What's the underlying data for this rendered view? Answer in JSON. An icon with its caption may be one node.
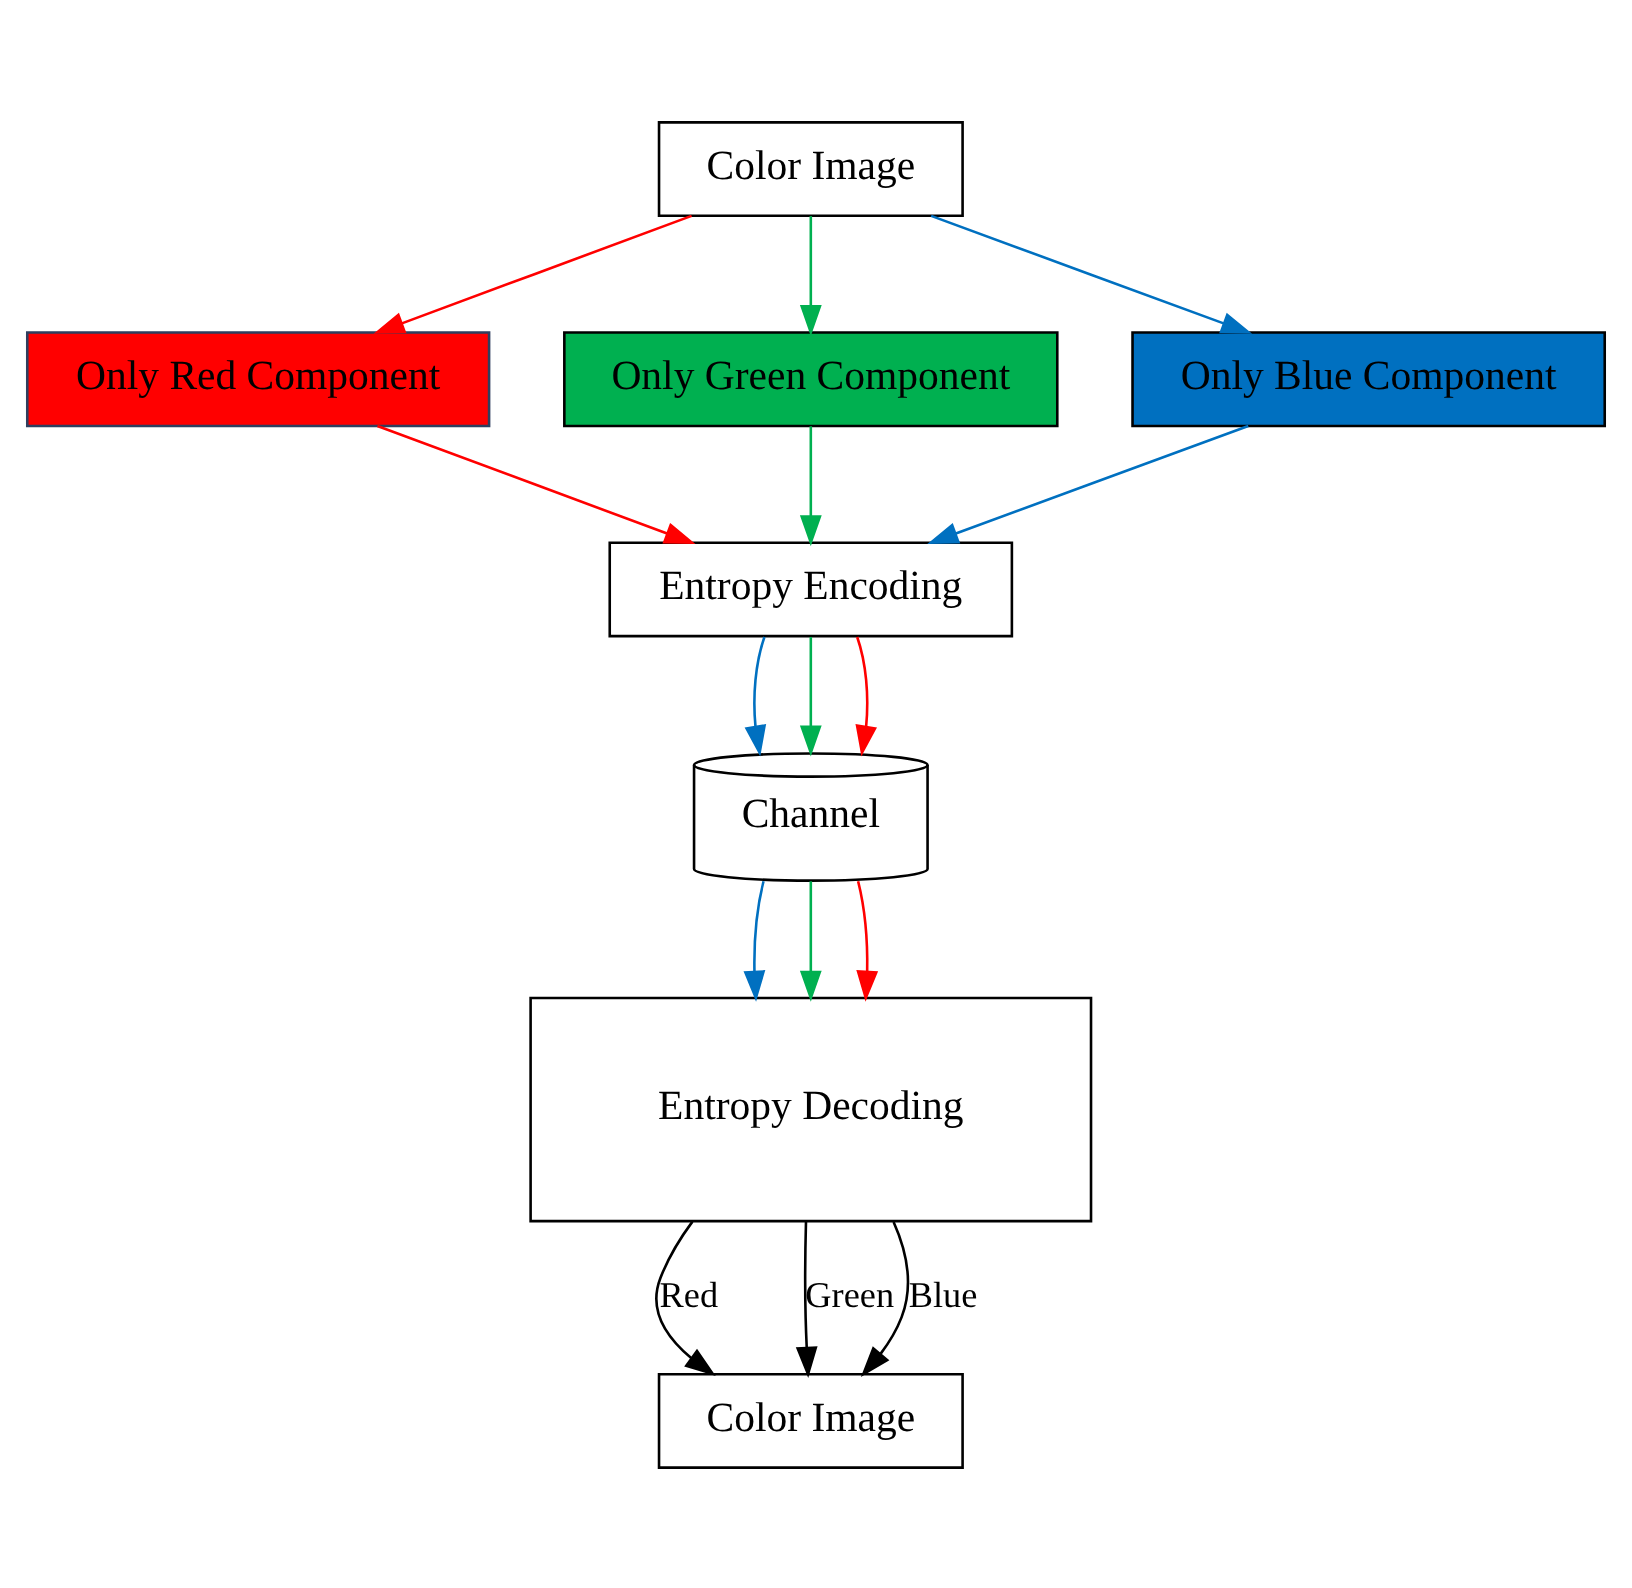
{
  "diagram": {
    "nodes": [
      {
        "text": [
          "Color Image"
        ]
      },
      {
        "text": [
          "Only Red Component"
        ]
      },
      {
        "text": [
          "Only Green Component"
        ]
      },
      {
        "text": [
          "Only Blue Component"
        ]
      },
      {
        "text": [
          "Entropy Encoding"
        ]
      },
      {
        "text": [
          "Channel"
        ]
      },
      {
        "text": [
          "Entropy Decoding"
        ]
      },
      {
        "text": [
          "Color Image"
        ]
      }
    ],
    "edges": [
      {
        "from": 0,
        "to": 1,
        "arrow": "to",
        "color": "#ff0000"
      },
      {
        "from": 0,
        "to": 2,
        "arrow": "to",
        "color": "#00b050"
      },
      {
        "from": 0,
        "to": 3,
        "arrow": "to",
        "color": "#0070c0"
      },
      {
        "from": 3,
        "to": 4,
        "arrow": "to",
        "color": "#0070c0"
      },
      {
        "from": 2,
        "to": 4,
        "arrow": "to",
        "color": "#00b050"
      },
      {
        "from": 1,
        "to": 4,
        "arrow": "to",
        "color": "#ff0000"
      },
      {
        "from": 4,
        "to": 5,
        "arrow": "to",
        "color": "#0070c0"
      },
      {
        "from": 4,
        "to": 5,
        "arrow": "to",
        "color": "#00b050"
      },
      {
        "from": 4,
        "to": 5,
        "arrow": "to",
        "color": "#ff0000"
      },
      {
        "from": 5,
        "to": 6,
        "arrow": "to",
        "color": "#0070c0"
      },
      {
        "from": 5,
        "to": 6,
        "arrow": "to",
        "color": "#00b050"
      },
      {
        "from": 5,
        "to": 6,
        "arrow": "to",
        "color": "#ff0000"
      },
      {
        "from": 6,
        "to": 7,
        "arrow": "to",
        "label": "Red",
        "color": "#000000"
      },
      {
        "from": 6,
        "to": 7,
        "arrow": "to",
        "label": "Green",
        "color": "#000000"
      },
      {
        "from": 6,
        "to": 7,
        "arrow": "to",
        "label": "Blue",
        "color": "#000000"
      }
    ]
  }
}
